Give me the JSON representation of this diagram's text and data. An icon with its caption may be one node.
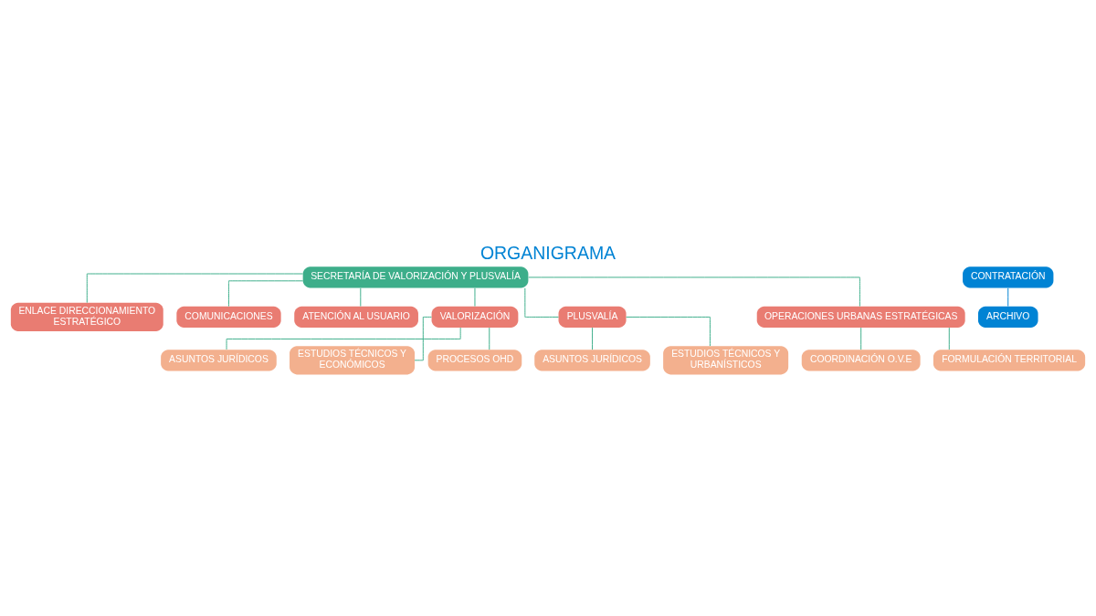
{
  "diagram": {
    "title": "ORGANIGRAMA",
    "nodes": [
      {
        "text": [
          "SECRETARÍA DE VALORIZACIÓN Y PLUSVALÍA"
        ]
      },
      {
        "text": [
          "ENLACE DIRECCIONAMIENTO ESTRATÉGICO"
        ]
      },
      {
        "text": [
          "COMUNICACIONES"
        ]
      },
      {
        "text": [
          "ATENCIÓN AL USUARIO"
        ]
      },
      {
        "text": [
          "VALORIZACIÓN"
        ]
      },
      {
        "text": [
          "ASUNTOS JURÍDICOS"
        ]
      },
      {
        "text": [
          "ESTUDIOS TÉCNICOS Y ECONÓMICOS"
        ]
      },
      {
        "text": [
          "PROCESOS OHD"
        ]
      },
      {
        "text": [
          "PLUSVALÍA"
        ]
      },
      {
        "text": [
          "ASUNTOS JURÍDICOS"
        ]
      },
      {
        "text": [
          "ESTUDIOS TÉCNICOS Y URBANÍSTICOS"
        ]
      },
      {
        "text": [
          "OPERACIONES URBANAS ESTRATÉGICAS"
        ]
      },
      {
        "text": [
          "COORDINACIÓN O.V.E"
        ]
      },
      {
        "text": [
          "FORMULACIÓN TERRITORIAL"
        ]
      },
      {
        "text": [
          "CONTRATACIÓN"
        ]
      },
      {
        "text": [
          "ARCHIVO"
        ]
      }
    ],
    "edges": [
      {
        "from": 0,
        "to": 1,
        "arrow": "none"
      },
      {
        "from": 0,
        "to": 2,
        "arrow": "none"
      },
      {
        "from": 0,
        "to": 3,
        "arrow": "none"
      },
      {
        "from": 0,
        "to": 4,
        "arrow": "none"
      },
      {
        "from": 0,
        "to": 8,
        "arrow": "none"
      },
      {
        "from": 0,
        "to": 11,
        "arrow": "none"
      },
      {
        "from": 4,
        "to": 5,
        "arrow": "none"
      },
      {
        "from": 4,
        "to": 6,
        "arrow": "none"
      },
      {
        "from": 4,
        "to": 7,
        "arrow": "none"
      },
      {
        "from": 8,
        "to": 9,
        "arrow": "none"
      },
      {
        "from": 8,
        "to": 10,
        "arrow": "none"
      },
      {
        "from": 11,
        "to": 12,
        "arrow": "none"
      },
      {
        "from": 11,
        "to": 13,
        "arrow": "none"
      },
      {
        "from": 14,
        "to": 15,
        "arrow": "none",
        "color": "#0083d4"
      }
    ]
  }
}
